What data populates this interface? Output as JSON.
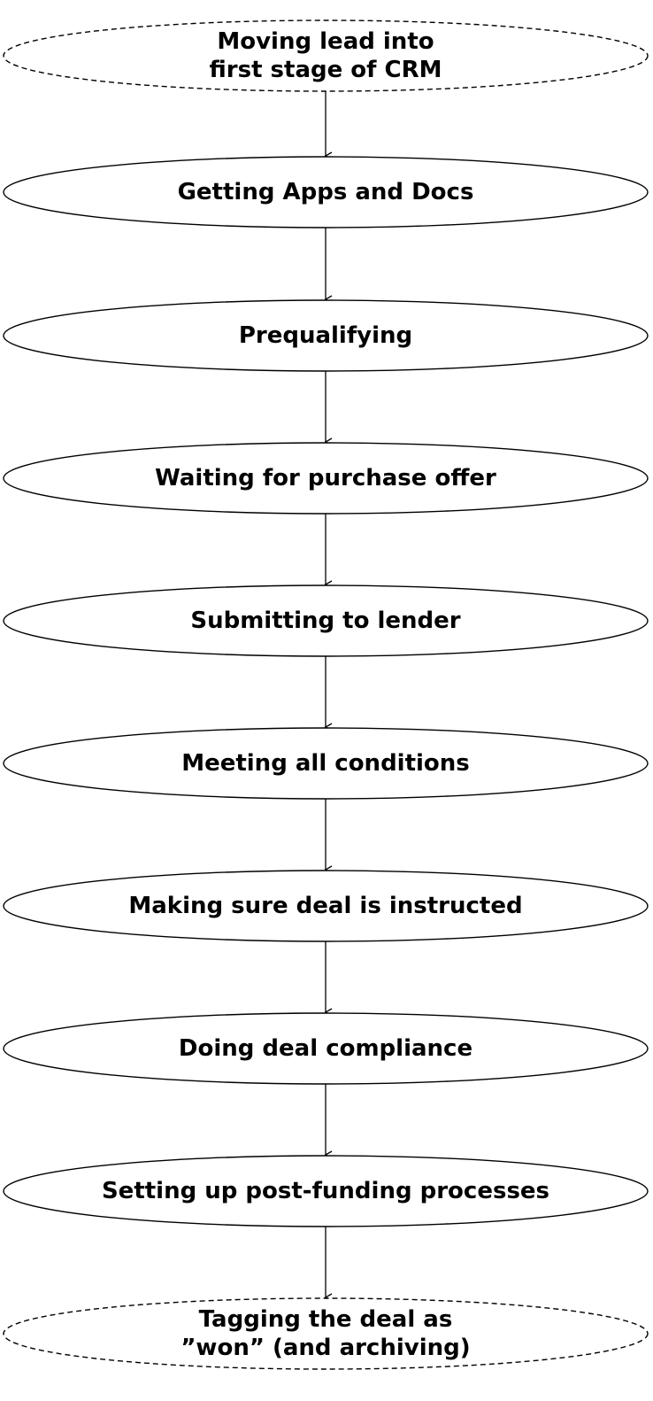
{
  "diagram": {
    "type": "flowchart",
    "colors": {
      "stroke": "#000000",
      "fill": "#ffffff",
      "text": "#000000"
    },
    "nodes": [
      {
        "id": "n1",
        "lines": [
          "Moving lead into",
          "first stage of CRM"
        ],
        "border": "dashed"
      },
      {
        "id": "n2",
        "lines": [
          "Getting Apps and Docs"
        ],
        "border": "solid"
      },
      {
        "id": "n3",
        "lines": [
          "Prequalifying"
        ],
        "border": "solid"
      },
      {
        "id": "n4",
        "lines": [
          "Waiting for purchase offer"
        ],
        "border": "solid"
      },
      {
        "id": "n5",
        "lines": [
          "Submitting to lender"
        ],
        "border": "solid"
      },
      {
        "id": "n6",
        "lines": [
          "Meeting all conditions"
        ],
        "border": "solid"
      },
      {
        "id": "n7",
        "lines": [
          "Making sure deal is instructed"
        ],
        "border": "solid"
      },
      {
        "id": "n8",
        "lines": [
          "Doing deal compliance"
        ],
        "border": "solid"
      },
      {
        "id": "n9",
        "lines": [
          "Setting up post-funding processes"
        ],
        "border": "solid"
      },
      {
        "id": "n10",
        "lines": [
          "Tagging the deal as",
          "”won” (and archiving)"
        ],
        "border": "dashed"
      }
    ],
    "edges": [
      {
        "from": "n1",
        "to": "n2"
      },
      {
        "from": "n2",
        "to": "n3"
      },
      {
        "from": "n3",
        "to": "n4"
      },
      {
        "from": "n4",
        "to": "n5"
      },
      {
        "from": "n5",
        "to": "n6"
      },
      {
        "from": "n6",
        "to": "n7"
      },
      {
        "from": "n7",
        "to": "n8"
      },
      {
        "from": "n8",
        "to": "n9"
      },
      {
        "from": "n9",
        "to": "n10"
      }
    ]
  }
}
